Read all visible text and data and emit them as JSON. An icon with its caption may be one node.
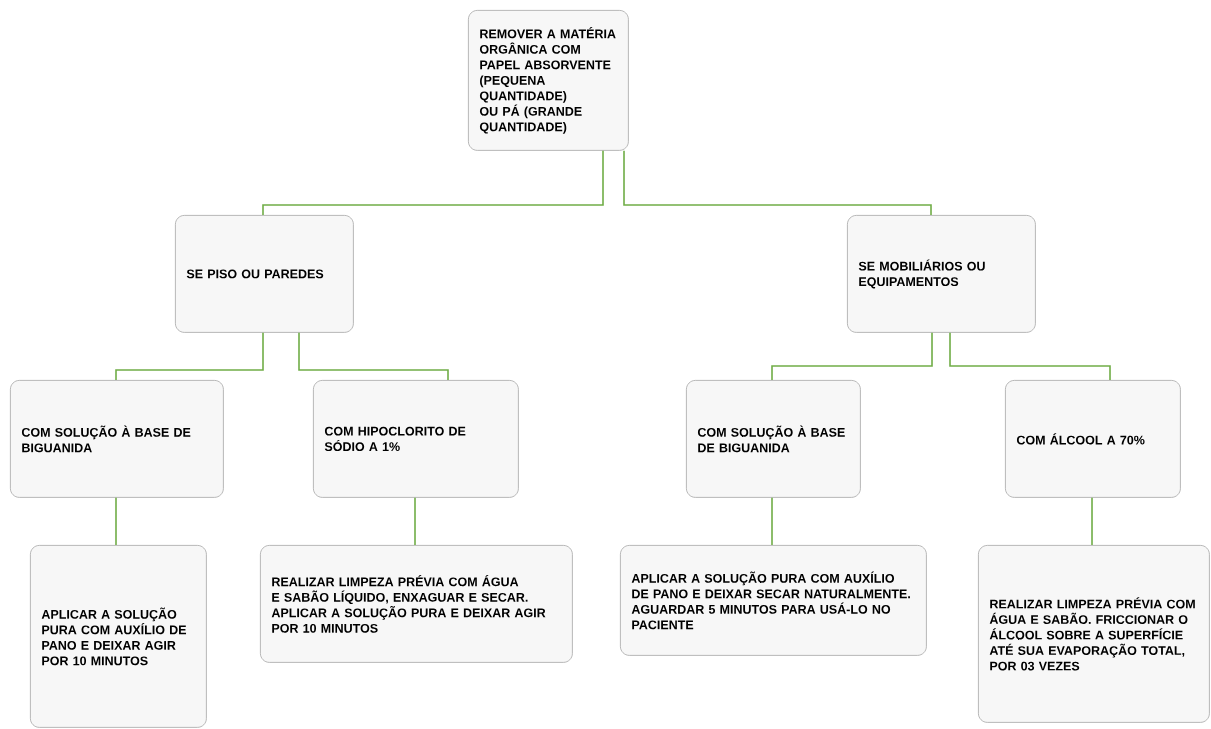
{
  "diagram": {
    "nodes": [
      {
        "text": [
          "REMOVER A MATÉRIA ORGÂNICA COM PAPEL ABSORVENTE (PEQUENA QUANTIDADE) OU PÁ (GRANDE QUANTIDADE)"
        ]
      },
      {
        "text": [
          "SE PISO OU PAREDES"
        ]
      },
      {
        "text": [
          "SE MOBILIÁRIOS OU EQUIPAMENTOS"
        ]
      },
      {
        "text": [
          "COM SOLUÇÃO À BASE DE BIGUANIDA"
        ]
      },
      {
        "text": [
          "COM HIPOCLORITO DE SÓDIO A 1%"
        ]
      },
      {
        "text": [
          "COM SOLUÇÃO À BASE DE BIGUANIDA"
        ]
      },
      {
        "text": [
          "COM ÁLCOOL A 70%"
        ]
      },
      {
        "text": [
          "APLICAR A SOLUÇÃO PURA COM AUXÍLIO DE PANO E DEIXAR AGIR POR 10 MINUTOS"
        ]
      },
      {
        "text": [
          "REALIZAR LIMPEZA PRÉVIA COM ÁGUA E SABÃO LÍQUIDO, ENXAGUAR E SECAR. APLICAR A SOLUÇÃO PURA E DEIXAR AGIR POR 10 MINUTOS"
        ]
      },
      {
        "text": [
          "APLICAR A SOLUÇÃO PURA COM AUXÍLIO DE PANO E DEIXAR SECAR NATURALMENTE. AGUARDAR 5 MINUTOS PARA USÁ-LO NO PACIENTE"
        ]
      },
      {
        "text": [
          "REALIZAR LIMPEZA PRÉVIA COM ÁGUA E SABÃO. FRICCIONAR O ÁLCOOL SOBRE A SUPERFÍCIE ATÉ SUA EVAPORAÇÃO TOTAL, POR 03 VEZES"
        ]
      }
    ],
    "edges": [
      {
        "from": 0,
        "to": 1,
        "arrow": "none"
      },
      {
        "from": 0,
        "to": 2,
        "arrow": "none"
      },
      {
        "from": 1,
        "to": 3,
        "arrow": "none"
      },
      {
        "from": 1,
        "to": 4,
        "arrow": "none"
      },
      {
        "from": 2,
        "to": 5,
        "arrow": "none"
      },
      {
        "from": 2,
        "to": 6,
        "arrow": "none"
      },
      {
        "from": 3,
        "to": 7,
        "arrow": "none"
      },
      {
        "from": 4,
        "to": 8,
        "arrow": "none"
      },
      {
        "from": 5,
        "to": 9,
        "arrow": "none"
      },
      {
        "from": 6,
        "to": 10,
        "arrow": "none"
      }
    ]
  }
}
